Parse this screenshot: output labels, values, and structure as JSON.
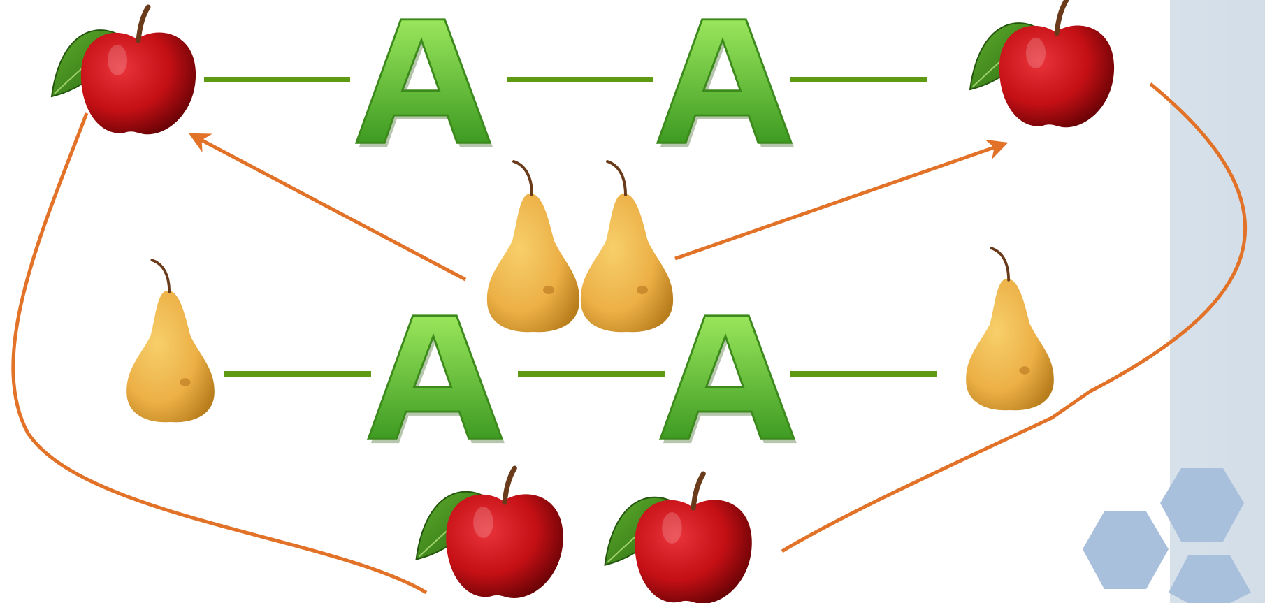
{
  "diagram": {
    "colors": {
      "background": "#ffffff",
      "side_panel": "#d5dfe9",
      "hexagon": "#a9c0dc",
      "connector_green": "#5e9a12",
      "arrow_orange": "#e17227",
      "letter_green_light": "#8fdb53",
      "letter_green_dark": "#3f9a1f",
      "apple_red": "#c41015",
      "apple_dark": "#7d0508",
      "leaf_green": "#3f8a1c",
      "pear_yellow": "#f0b64a",
      "pear_shadow": "#c88a24",
      "stem_brown": "#6a3b1a"
    },
    "letter": "A",
    "rows": [
      {
        "name": "top-row",
        "items": [
          "apple",
          "letter",
          "letter",
          "apple"
        ]
      },
      {
        "name": "middle-row",
        "items": [
          "pear",
          "letter",
          "letter",
          "pear"
        ]
      }
    ],
    "center_group": [
      "pear",
      "pear"
    ],
    "bottom_group": [
      "apple",
      "apple"
    ],
    "icons": [
      "apple-icon",
      "pear-icon",
      "letter-a-icon",
      "hexagon-icon"
    ]
  }
}
